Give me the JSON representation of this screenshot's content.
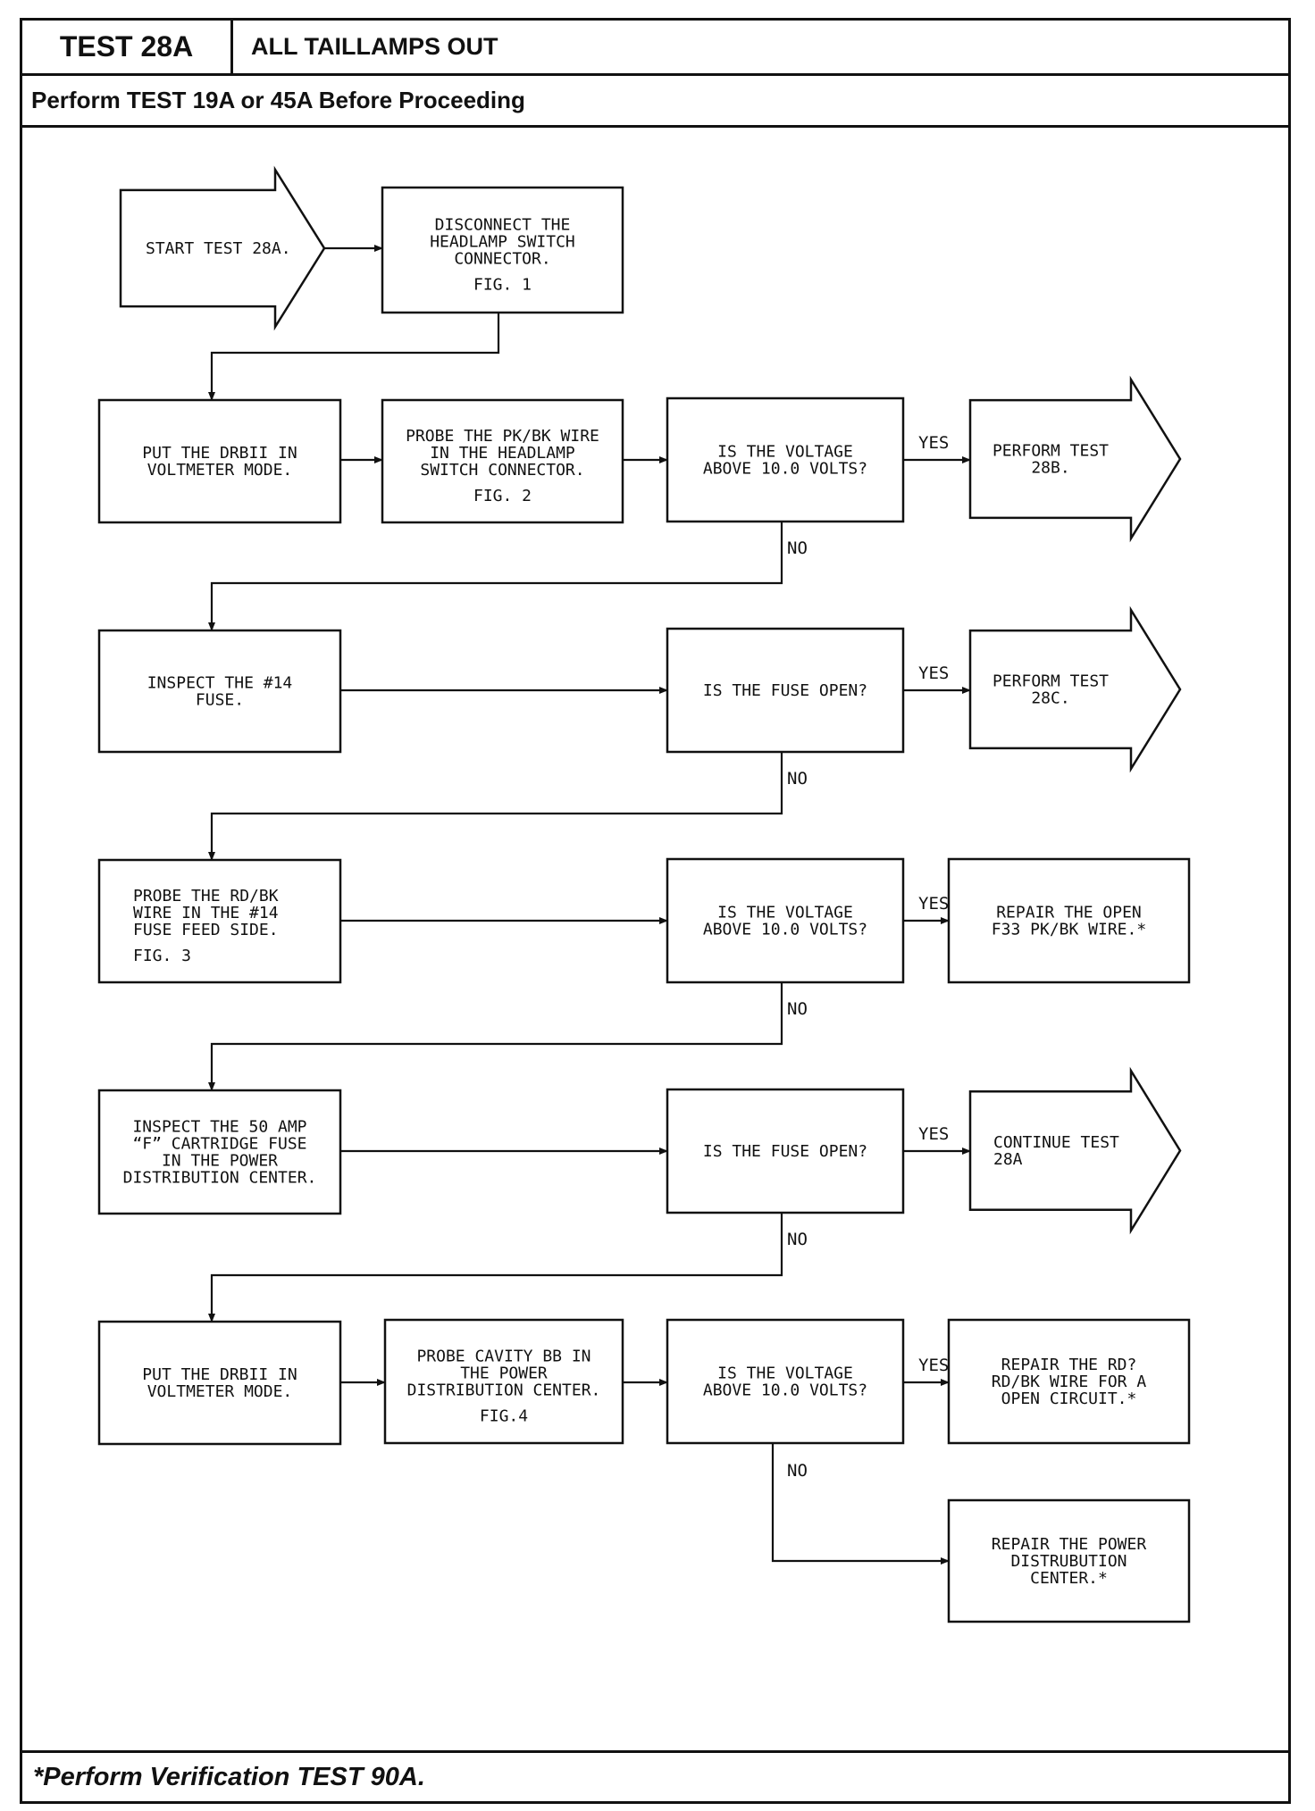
{
  "header": {
    "test_id": "TEST 28A",
    "title": "ALL TAILLAMPS OUT",
    "prerequisite": "Perform TEST 19A or 45A Before Proceeding"
  },
  "footer": {
    "note": "*Perform Verification TEST 90A."
  },
  "labels": {
    "yes": "YES",
    "no": "NO"
  },
  "nodes": {
    "start": [
      "START TEST 28A."
    ],
    "disconnect": [
      "DISCONNECT THE",
      "HEADLAMP SWITCH",
      "CONNECTOR.",
      "FIG. 1"
    ],
    "drb_1": [
      "PUT THE DRBII IN",
      "VOLTMETER MODE."
    ],
    "probe_pk": [
      "PROBE THE PK/BK WIRE",
      "IN THE HEADLAMP",
      "SWITCH CONNECTOR.",
      "FIG. 2"
    ],
    "voltage_q1": [
      "IS THE VOLTAGE",
      "ABOVE 10.0 VOLTS?"
    ],
    "perform_28b": [
      "PERFORM TEST",
      "28B."
    ],
    "inspect_14": [
      "INSPECT THE #14",
      "FUSE."
    ],
    "fuse_q1": [
      "IS THE FUSE OPEN?"
    ],
    "perform_28c": [
      "PERFORM TEST",
      "28C."
    ],
    "probe_rd": [
      "PROBE THE RD/BK",
      "WIRE IN THE #14",
      "FUSE FEED SIDE.",
      "FIG. 3"
    ],
    "voltage_q2": [
      "IS THE VOLTAGE",
      "ABOVE 10.0 VOLTS?"
    ],
    "repair_f33": [
      "REPAIR THE OPEN",
      "F33 PK/BK WIRE.*"
    ],
    "inspect_50": [
      "INSPECT THE 50 AMP",
      "“F” CARTRIDGE FUSE",
      "IN THE POWER",
      "DISTRIBUTION CENTER."
    ],
    "fuse_q2": [
      "IS THE FUSE OPEN?"
    ],
    "continue_28a": [
      "CONTINUE TEST",
      "28A"
    ],
    "drb_2": [
      "PUT THE DRBII IN",
      "VOLTMETER MODE."
    ],
    "probe_bb": [
      "PROBE CAVITY BB IN",
      "THE POWER",
      "DISTRIBUTION CENTER.",
      "FIG.4"
    ],
    "voltage_q3": [
      "IS THE VOLTAGE",
      "ABOVE 10.0 VOLTS?"
    ],
    "repair_rd": [
      "REPAIR THE RD?",
      "RD/BK WIRE FOR A",
      "OPEN CIRCUIT.*"
    ],
    "repair_pdc": [
      "REPAIR THE POWER",
      "DISTRUBUTION",
      "CENTER.*"
    ]
  }
}
